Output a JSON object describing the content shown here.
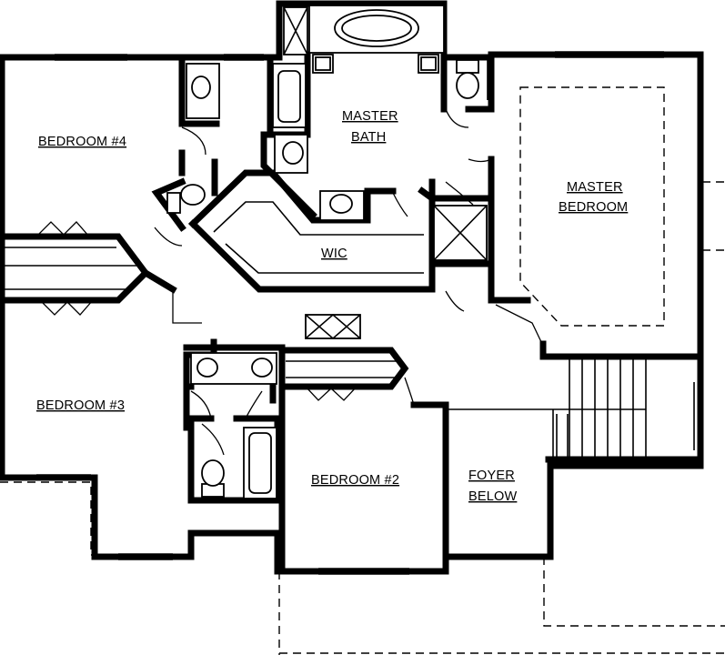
{
  "rooms": {
    "bedroom4": "BEDROOM #4",
    "master_bath_l1": "MASTER",
    "master_bath_l2": "BATH",
    "master_bedroom_l1": "MASTER",
    "master_bedroom_l2": "BEDROOM",
    "wic": "WIC",
    "bedroom3": "BEDROOM #3",
    "bedroom2": "BEDROOM #2",
    "foyer_l1": "FOYER",
    "foyer_l2": "BELOW"
  }
}
